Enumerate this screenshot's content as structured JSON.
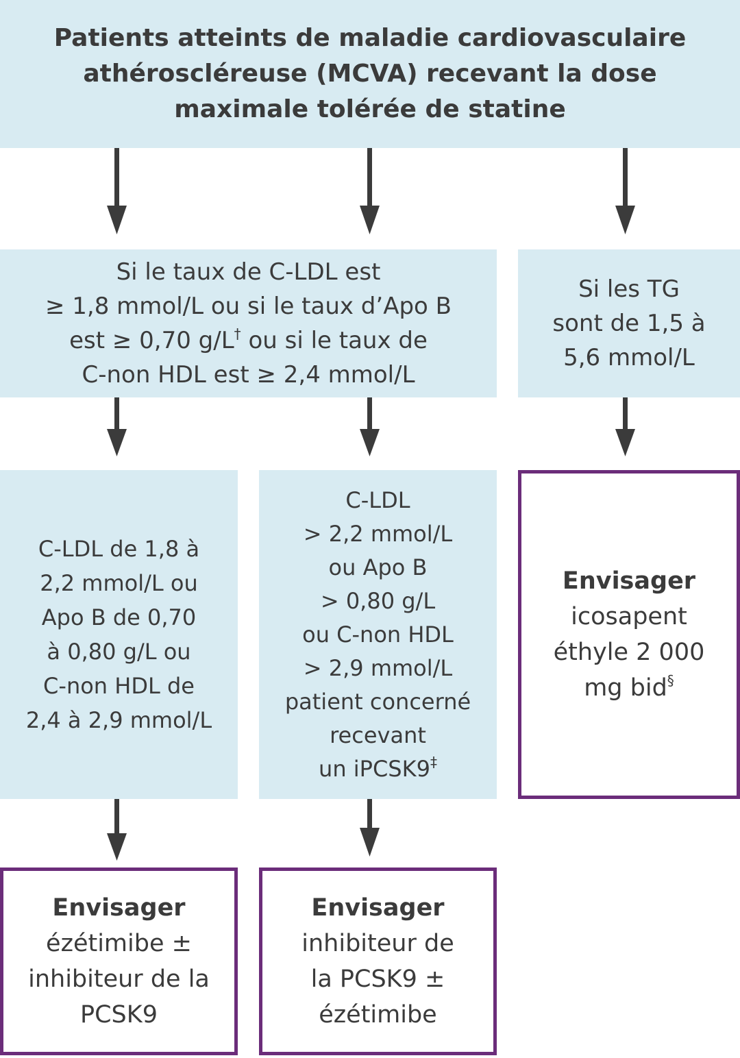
{
  "top": {
    "lines": [
      "Patients atteints de maladie cardiovasculaire",
      "athéroscléreuse (MCVA) recevant la dose",
      "maximale tolérée de statine"
    ]
  },
  "ldl_condition": {
    "line1": "Si le taux de C-LDL est",
    "line2": "≥ 1,8 mmol/L ou si le taux d’Apo B",
    "line3a": "est ≥ 0,70 g/L",
    "line3_sup": "†",
    "line3b": " ou si le taux de",
    "line4": "C-non HDL est ≥ 2,4 mmol/L"
  },
  "tg_condition": {
    "lines": [
      "Si les TG",
      "sont de 1,5 à",
      "5,6 mmol/L"
    ]
  },
  "moderate_ldl": {
    "lines": [
      "C-LDL de 1,8 à",
      "2,2 mmol/L ou",
      "Apo B de 0,70",
      "à 0,80 g/L ou",
      "C-non HDL de",
      "2,4 à 2,9 mmol/L"
    ]
  },
  "high_ldl": {
    "lines": [
      "C-LDL",
      "> 2,2 mmol/L",
      "ou Apo B",
      "> 0,80 g/L",
      "ou C-non HDL",
      "> 2,9 mmol/L",
      "patient concerné",
      "recevant"
    ],
    "last_line": "un iPCSK9",
    "last_sup": "‡"
  },
  "action_icosapent": {
    "heading": "Envisager",
    "lines": [
      "icosapent",
      "éthyle 2 000"
    ],
    "last_line": "mg bid",
    "last_sup": "§"
  },
  "action_ezetimibe": {
    "heading": "Envisager",
    "lines": [
      "ézétimibe ±",
      "inhibiteur de la",
      "PCSK9"
    ]
  },
  "action_pcsk9": {
    "heading": "Envisager",
    "lines": [
      "inhibiteur de",
      "la PCSK9 ±",
      "ézétimibe"
    ]
  },
  "colors": {
    "box_fill": "#d8ebf2",
    "action_border": "#6b2d7a",
    "arrow": "#3b3b3b"
  }
}
